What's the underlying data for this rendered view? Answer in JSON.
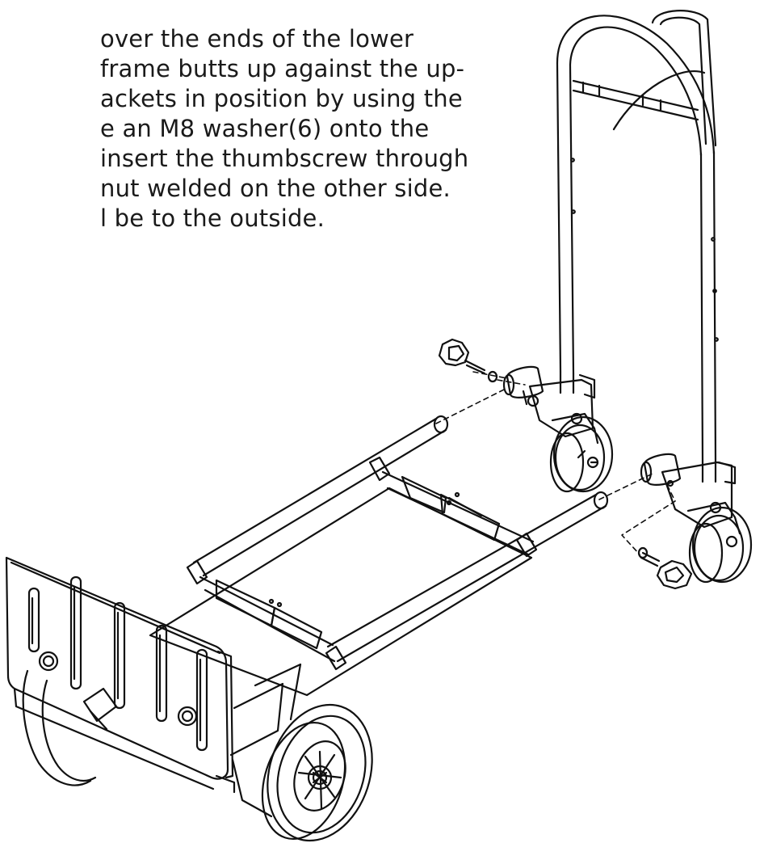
{
  "instructions": {
    "lines": [
      "over the ends of the lower",
      "frame butts up against the up-",
      "ackets in position by using the",
      "e an M8 washer(6) onto the",
      "insert the thumbscrew through",
      "nut welded on the other side.",
      "l be to the outside."
    ]
  }
}
